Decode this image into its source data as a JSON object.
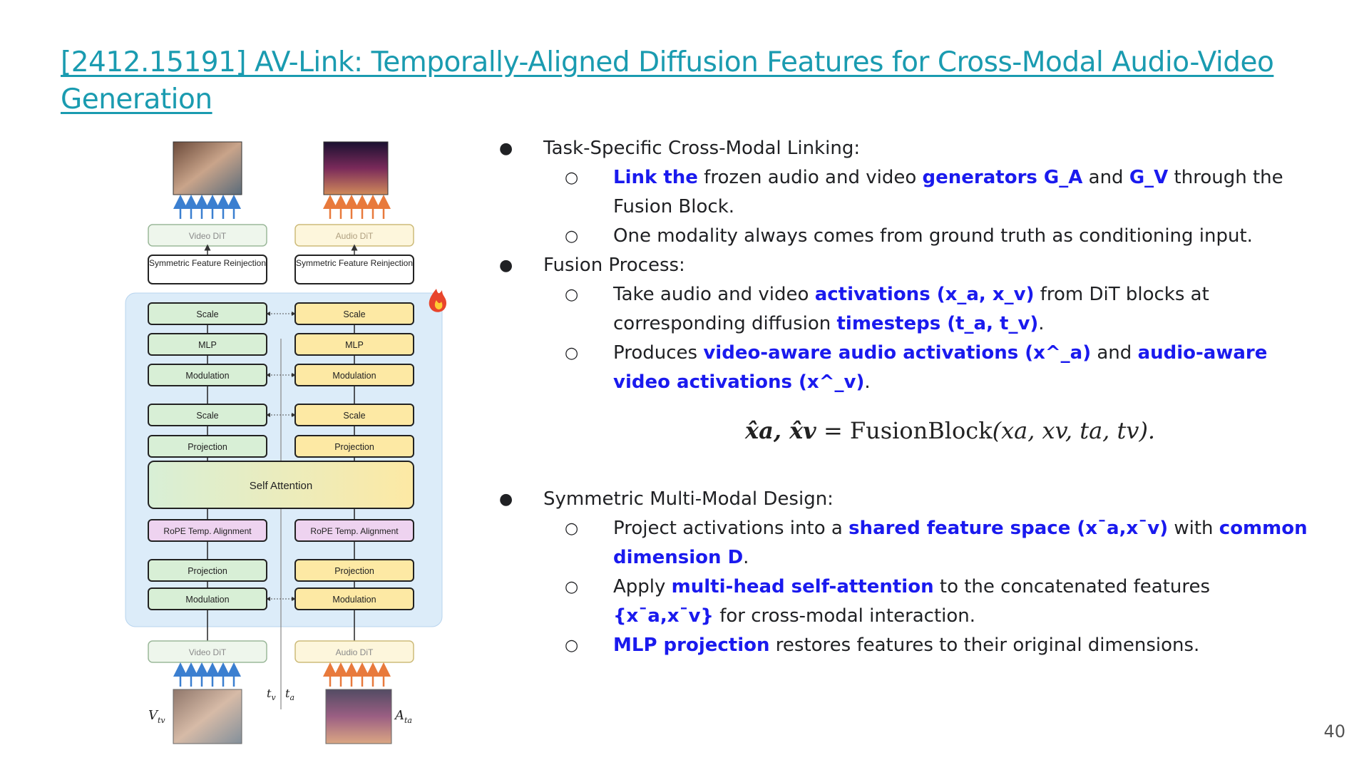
{
  "title": "[2412.15191] AV-Link: Temporally-Aligned Diffusion Features for Cross-Modal Audio-Video Generation",
  "diagram": {
    "video_dit_top": "Video DiT",
    "audio_dit_top": "Audio DiT",
    "symmetric_reinjection": "Symmetric Feature Reinjection",
    "scale": "Scale",
    "mlp": "MLP",
    "modulation": "Modulation",
    "projection": "Projection",
    "self_attention": "Self Attention",
    "rope": "RoPE Temp. Alignment",
    "video_dit_bottom": "Video DiT",
    "audio_dit_bottom": "Audio DiT",
    "label_t_v": "t",
    "label_t_v_sub": "v",
    "label_t_a": "t",
    "label_t_a_sub": "a",
    "label_V": "V",
    "label_V_sub": "tv",
    "label_A": "A",
    "label_A_sub": "ta",
    "colors": {
      "video_box": "#d8efd6",
      "audio_box": "#fde9a4",
      "rope_box": "#eed3f0",
      "fusion_bg": "#dcecf9",
      "video_arrow": "#3b7fd0",
      "audio_arrow": "#e87a3c"
    }
  },
  "bullets": {
    "b1": {
      "heading": "Task-Specific Cross-Modal Linking:",
      "s1": {
        "p1": "Link the",
        "p2": " frozen audio and video ",
        "p3": "generators G_A",
        "p4": " and ",
        "p5": "G_V",
        "p6": " through the Fusion Block."
      },
      "s2": {
        "p1": "One modality always comes from ground truth as conditioning input."
      }
    },
    "b2": {
      "heading": "Fusion Process:",
      "s1": {
        "p1": "Take audio and video ",
        "p2": "activations (x_a, x_v)",
        "p3": " from DiT blocks at corresponding diffusion ",
        "p4": "timesteps (t_a, t_v)",
        "p5": "."
      },
      "s2": {
        "p1": "Produces ",
        "p2": "video-aware audio activations (x^_a)",
        "p3": " and ",
        "p4": "audio-aware video activations (x^_v)",
        "p5": "."
      }
    },
    "b3": {
      "heading": "Symmetric Multi-Modal Design:",
      "s1": {
        "p1": "Project activations into a ",
        "p2": "shared feature space (x¯a,x¯v)",
        "p3": " with ",
        "p4": "common dimension D",
        "p5": "."
      },
      "s2": {
        "p1": "Apply ",
        "p2": "multi-head self-attention",
        "p3": " to the concatenated features ",
        "p4": "{x¯a,x¯v}",
        "p5": " for cross-modal interaction."
      },
      "s3": {
        "p1": "MLP projection",
        "p2": " restores features to their original dimensions."
      }
    }
  },
  "equation": {
    "lhs": "x̂a, x̂v",
    "eq": "=",
    "fn": "FusionBlock",
    "args": "(xa, xv, ta, tv)."
  },
  "page_number": "40"
}
